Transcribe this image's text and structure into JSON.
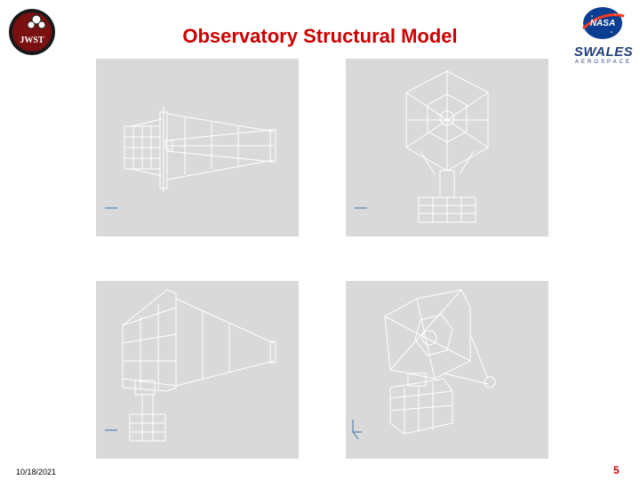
{
  "slide": {
    "title": "Observatory Structural Model",
    "date": "10/18/2021",
    "page_number": "5"
  },
  "logos": {
    "jwst": {
      "text": "JWST",
      "icon": "jwst-logo-icon"
    },
    "nasa": {
      "text": "NASA",
      "icon": "nasa-meatball-icon"
    },
    "swales": {
      "name": "SWALES",
      "subtitle": "AEROSPACE",
      "icon": "swales-logo-icon"
    }
  },
  "colors": {
    "title": "#cc0000",
    "page_number": "#cc0000",
    "panel_bg": "#d9d9d9",
    "wireframe": "#ffffff"
  }
}
